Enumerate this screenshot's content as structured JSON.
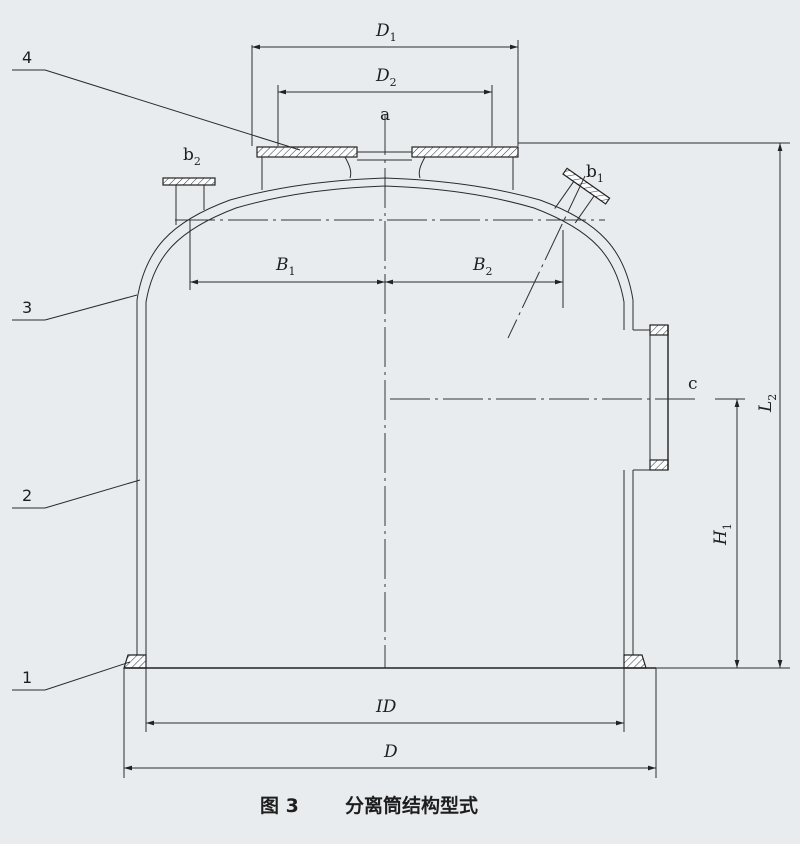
{
  "caption": {
    "figure_no": "图 3",
    "title": "分离筒结构型式"
  },
  "part_numbers": [
    "1",
    "2",
    "3",
    "4"
  ],
  "point_labels": {
    "a": "a",
    "b1": "b",
    "b1_sub": "1",
    "b2": "b",
    "b2_sub": "2",
    "c": "c"
  },
  "dimensions": {
    "D1": {
      "main": "D",
      "sub": "1"
    },
    "D2": {
      "main": "D",
      "sub": "2"
    },
    "B1": {
      "main": "B",
      "sub": "1"
    },
    "B2": {
      "main": "B",
      "sub": "2"
    },
    "L2": {
      "main": "L",
      "sub": "2"
    },
    "H1": {
      "main": "H",
      "sub": "1"
    },
    "ID": {
      "main": "ID"
    },
    "D": {
      "main": "D"
    }
  }
}
